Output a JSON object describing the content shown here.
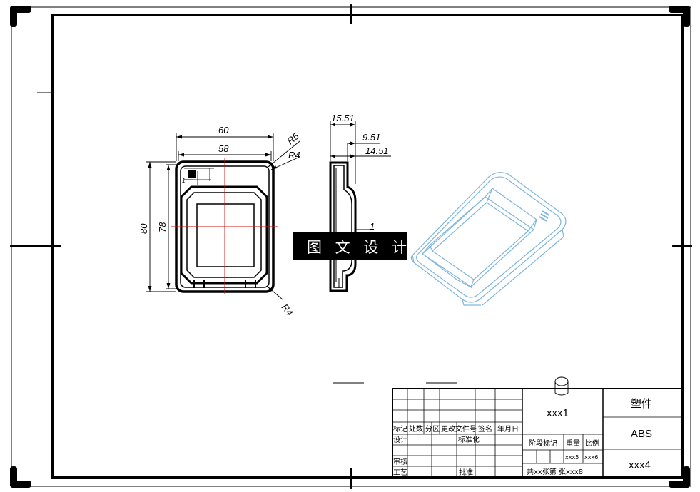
{
  "watermark": {
    "text": "图 文 设 计"
  },
  "front_view": {
    "dims": {
      "width_outer": "60",
      "width_inner": "58",
      "height_outer": "80",
      "height_inner": "78",
      "radius_top": "R5",
      "radius_top_inner": "R4",
      "radius_bottom": "R4",
      "small_left": "1"
    }
  },
  "side_view": {
    "dims": {
      "top_width": "15.51",
      "offset_a": "9.51",
      "offset_b": "14.51",
      "thickness": "1"
    }
  },
  "title_block": {
    "headers": {
      "mark": "标记",
      "count": "处数",
      "zone": "分区",
      "doc_no": "更改文件号",
      "sign": "签名",
      "date": "年月日"
    },
    "rows": {
      "design": "设计",
      "standardize": "标准化",
      "review": "审核",
      "process": "工艺",
      "approve": "批准"
    },
    "stage_mark": "阶段标记",
    "weight": "重量",
    "scale": "比例",
    "weight_value": "xxx5",
    "scale_value": "xxx6",
    "drawing_no": "xxx1",
    "part_name": "塑件",
    "material": "ABS",
    "code": "xxx4",
    "sheets": "共xx张第  张xxx8"
  }
}
